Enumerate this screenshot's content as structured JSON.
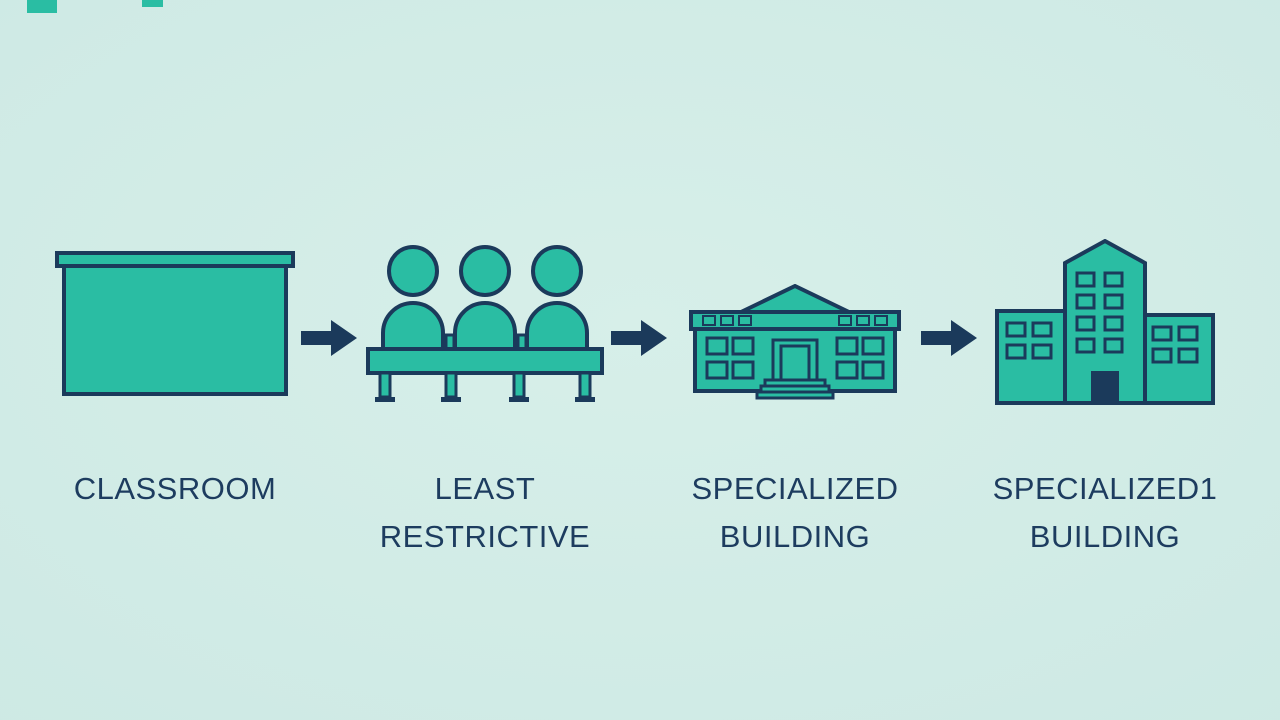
{
  "diagram": {
    "background_color": "#cde9e4",
    "accent_color": "#2abda3",
    "outline_color": "#1b3a5b",
    "text_color": "#1d3c5f",
    "stages": [
      {
        "id": "classroom",
        "icon": "whiteboard-icon",
        "label_line1": "CLASSROOM",
        "label_line2": ""
      },
      {
        "id": "least-restrictive",
        "icon": "people-on-bench-icon",
        "label_line1": "LEAST",
        "label_line2": "RESTRICTIVE"
      },
      {
        "id": "specialized-building",
        "icon": "school-building-icon",
        "label_line1": "SPECIALIZED",
        "label_line2": "BUILDING"
      },
      {
        "id": "specialized1-building",
        "icon": "tall-building-icon",
        "label_line1": "SPECIALIZED1",
        "label_line2": "BUILDING"
      }
    ],
    "arrow": "right-arrow-icon"
  }
}
